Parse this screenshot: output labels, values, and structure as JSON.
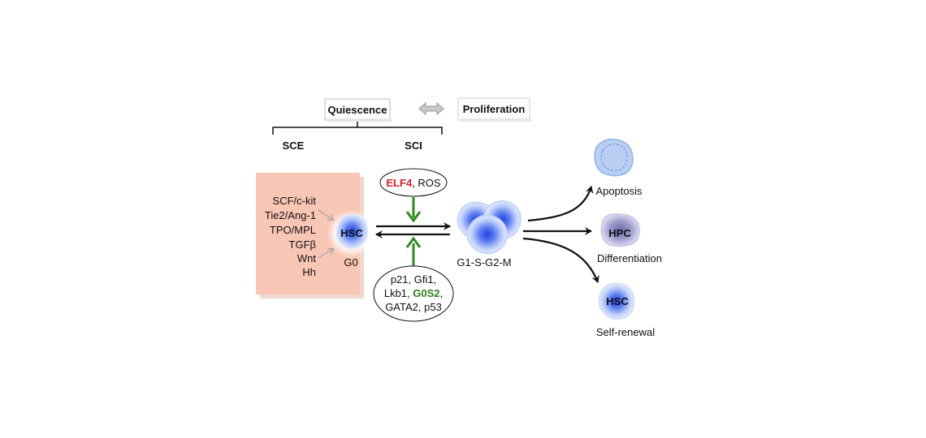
{
  "header": {
    "quiescence": "Quiescence",
    "proliferation": "Proliferation",
    "sce": "SCE",
    "sci": "SCI"
  },
  "niche": {
    "factors": [
      "SCF/c-kit",
      "Tie2/Ang-1",
      "TPO/MPL",
      "TGFβ",
      "Wnt",
      "Hh"
    ],
    "hsc_label": "HSC",
    "g0_label": "G0"
  },
  "regulators": {
    "top": {
      "highlight": "ELF4",
      "rest": ", ROS",
      "highlight_color": "#d6232a"
    },
    "bottom": {
      "line1": "p21, Gfi1,",
      "line2_pre": "Lkb1, ",
      "line2_highlight": "G0S2",
      "line2_post": ",",
      "line3": "GATA2, p53",
      "highlight_color": "#2e7d1f"
    }
  },
  "cycling": {
    "label": "G1-S-G2-M"
  },
  "fates": {
    "apoptosis": "Apoptosis",
    "hpc": "HPC",
    "differentiation": "Differentiation",
    "hsc": "HSC",
    "self_renewal": "Self-renewal"
  },
  "colors": {
    "niche_fill": "#f8c6b4",
    "green_arrow": "#2e8b22",
    "cell_blue": "#3d5ee8"
  }
}
